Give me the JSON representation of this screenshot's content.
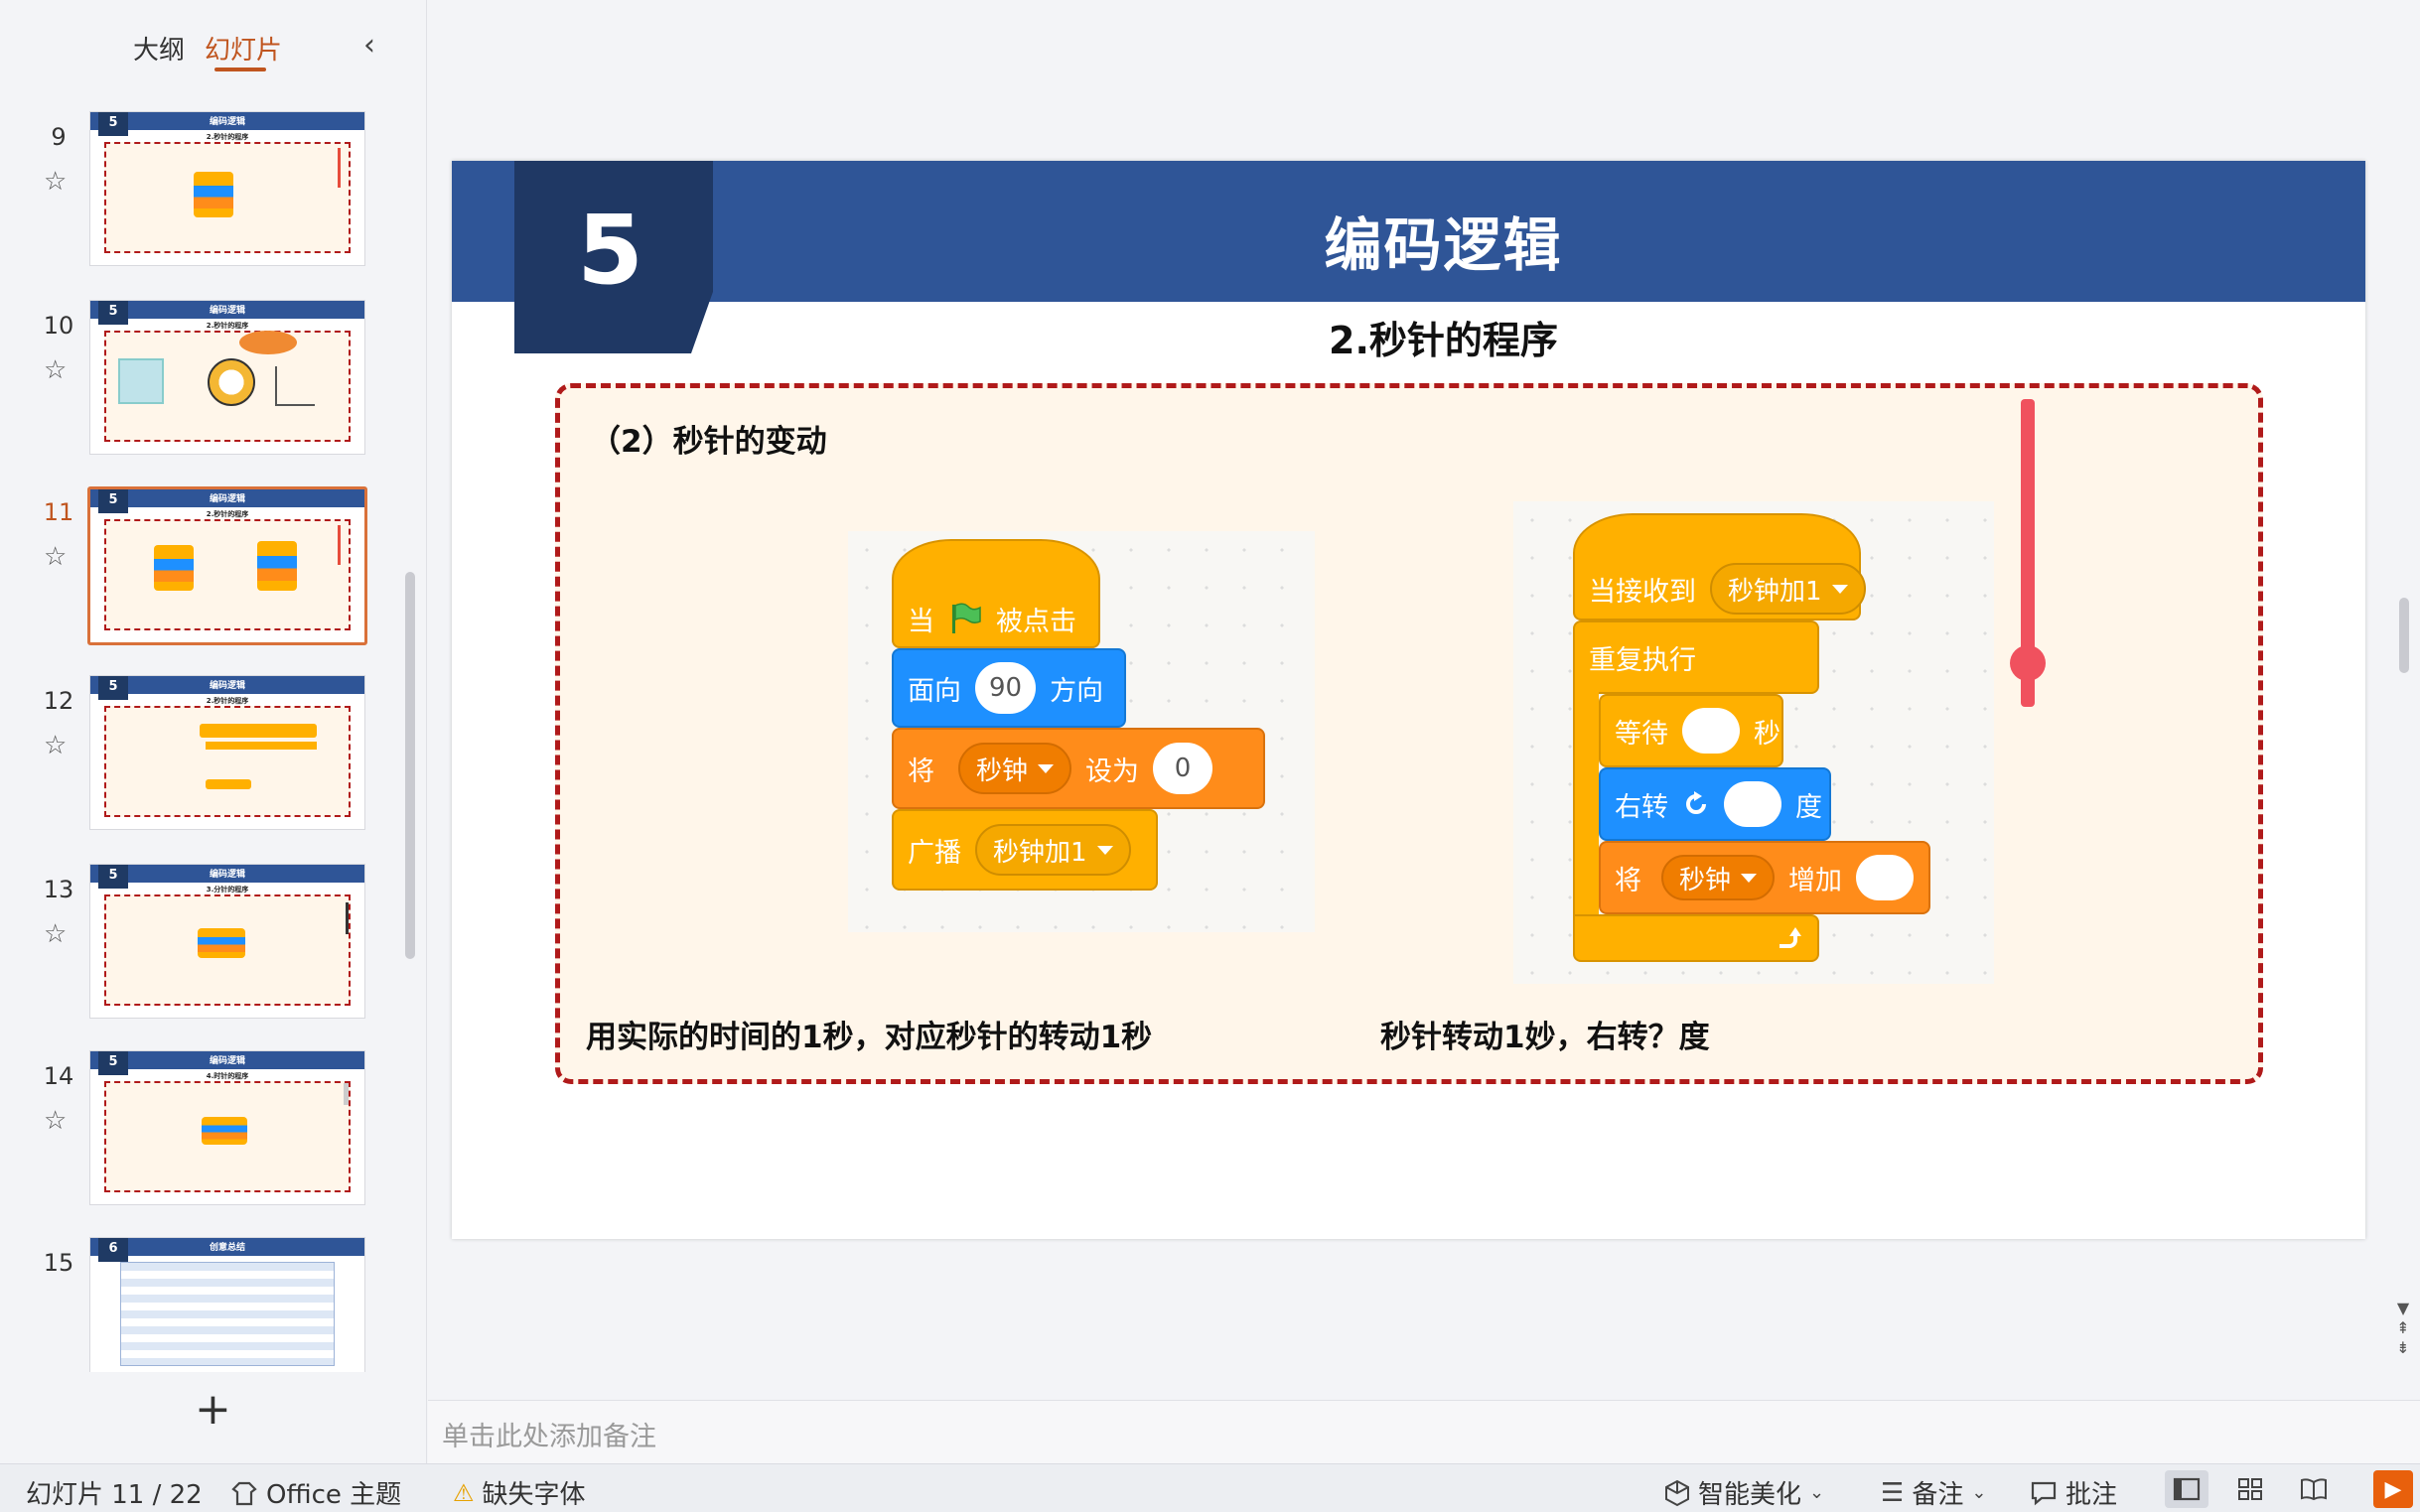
{
  "left_panel": {
    "tab_outline": "大纲",
    "tab_slides": "幻灯片",
    "collapse_glyph": "‹",
    "add_glyph": "+",
    "star_glyph": "☆",
    "slides": [
      {
        "num": "9",
        "badge": "5",
        "title": "编码逻辑",
        "sub": "2.秒针的程序"
      },
      {
        "num": "10",
        "badge": "5",
        "title": "编码逻辑",
        "sub": "2.秒针的程序"
      },
      {
        "num": "11",
        "badge": "5",
        "title": "编码逻辑",
        "sub": "2.秒针的程序"
      },
      {
        "num": "12",
        "badge": "5",
        "title": "编码逻辑",
        "sub": "2.秒针的程序"
      },
      {
        "num": "13",
        "badge": "5",
        "title": "编码逻辑",
        "sub": "3.分针的程序"
      },
      {
        "num": "14",
        "badge": "5",
        "title": "编码逻辑",
        "sub": "4.时针的程序"
      },
      {
        "num": "15",
        "badge": "6",
        "title": "创意总结",
        "sub": ""
      }
    ]
  },
  "slide": {
    "badge": "5",
    "title": "编码逻辑",
    "subtitle": "2.秒针的程序",
    "box_heading": "（2）秒针的变动",
    "caption_left": "用实际的时间的1秒，对应秒针的转动1秒",
    "caption_right": "秒针转动1妙，右转？度",
    "code_left": {
      "when": "当",
      "clicked": "被点击",
      "point": "面向",
      "point_value": "90",
      "direction": "方向",
      "set": "将",
      "set_var": "秒钟",
      "set_to": "设为",
      "set_value": "0",
      "broadcast": "广播",
      "broadcast_msg": "秒钟加1"
    },
    "code_right": {
      "when_receive": "当接收到",
      "msg": "秒钟加1",
      "forever": "重复执行",
      "wait": "等待",
      "seconds": "秒",
      "turn": "右转",
      "degrees": "度",
      "change": "将",
      "change_var": "秒钟",
      "increase": "增加"
    }
  },
  "notes": {
    "placeholder": "单击此处添加备注"
  },
  "status": {
    "slide_counter": "幻灯片 11 / 22",
    "theme": "Office 主题",
    "missing_font": "缺失字体",
    "beautify": "智能美化",
    "notes_btn": "备注",
    "comments_btn": "批注"
  },
  "colors": {
    "accent_orange": "#c0551f",
    "header_blue": "#2f5597",
    "badge_navy": "#1f3864",
    "dashed_red": "#b01a1a",
    "box_bg": "#fff6ea",
    "scratch_yellow": "#ffb000",
    "scratch_blue": "#1e90ff",
    "scratch_orange": "#ff8c1a"
  }
}
